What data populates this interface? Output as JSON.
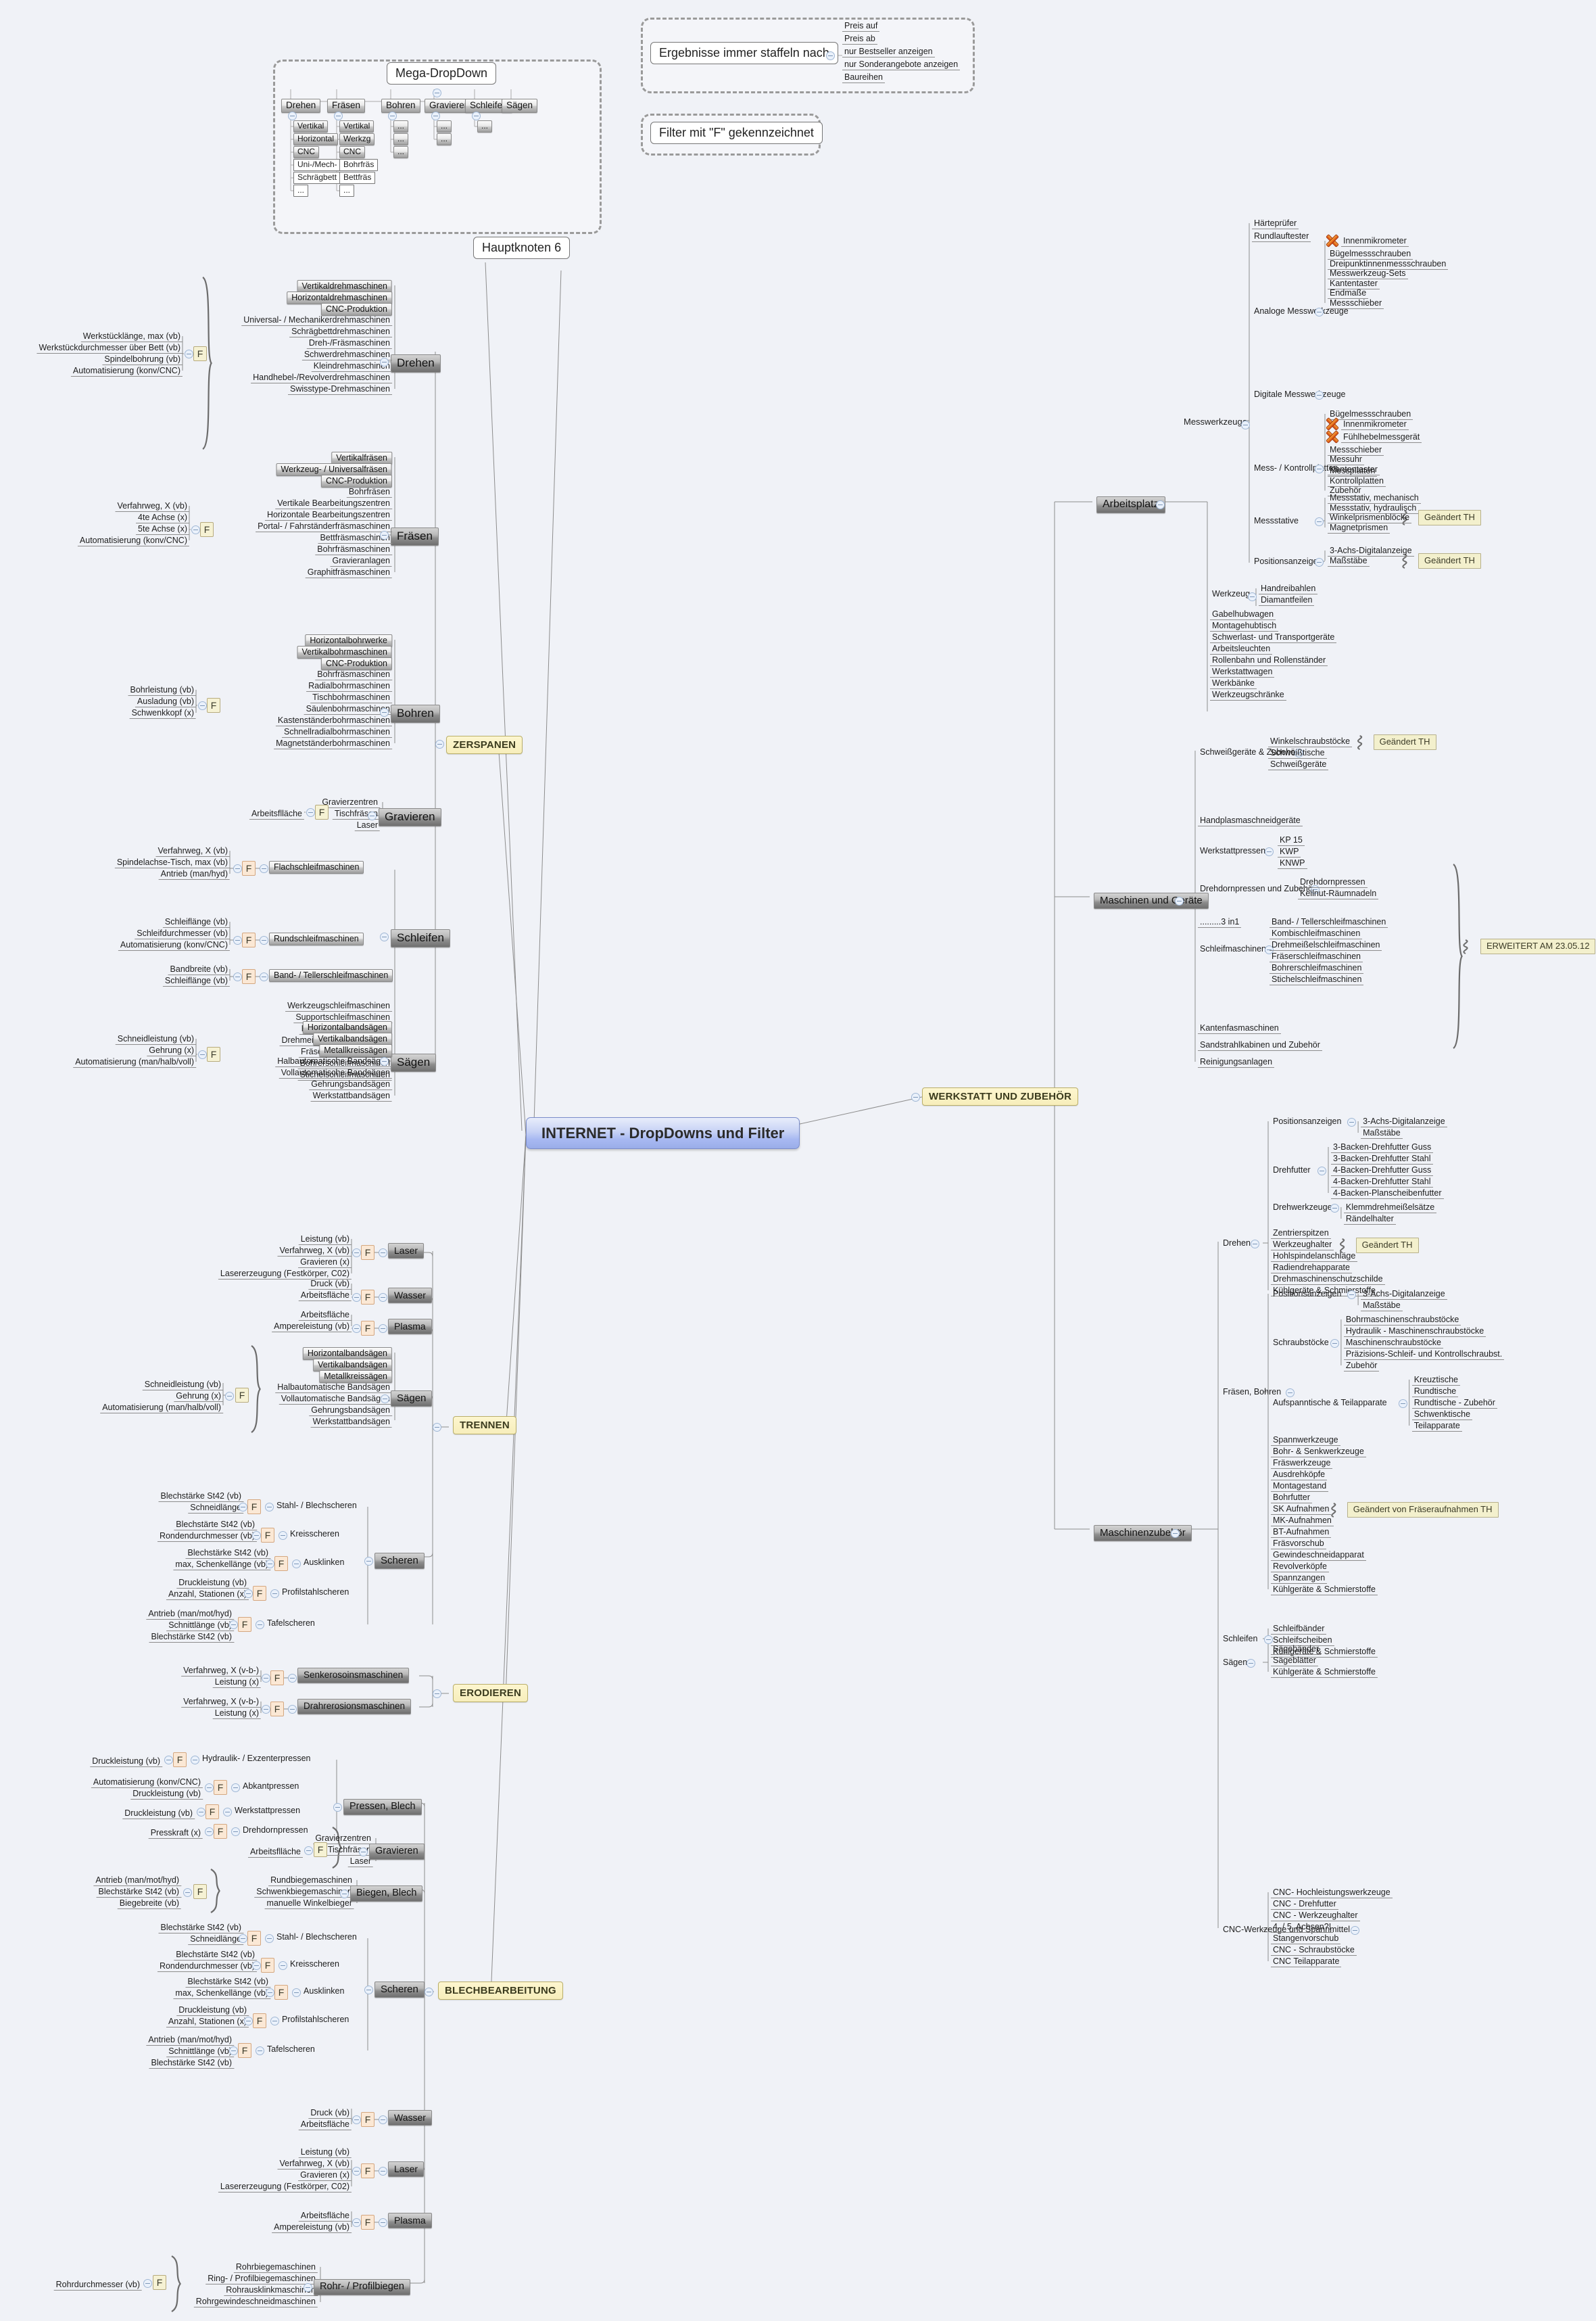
{
  "root": {
    "title": "INTERNET - DropDowns und Filter"
  },
  "panels": {
    "mega": {
      "title": "Mega-DropDown",
      "columns": [
        {
          "label": "Drehen",
          "items": [
            "Vertikal",
            "Horizontal",
            "CNC",
            "Uni-/Mech-",
            "Schrägbett",
            "..."
          ]
        },
        {
          "label": "Fräsen",
          "items": [
            "Vertikal",
            "Werkzg",
            "CNC",
            "Bohrfräs",
            "Bettfräs",
            "..."
          ]
        },
        {
          "label": "Bohren",
          "items": [
            "...",
            "...",
            "..."
          ]
        },
        {
          "label": "Gravieren",
          "items": [
            "...",
            "..."
          ]
        },
        {
          "label": "Schleifen",
          "items": [
            "..."
          ]
        },
        {
          "label": "Sägen",
          "items": []
        }
      ]
    },
    "staffeln": {
      "title": "Ergebnisse immer staffeln nach",
      "items": [
        "Preis auf",
        "Preis ab",
        "nur Bestseller anzeigen",
        "nur Sonderangebote anzeigen",
        "Baureihen"
      ]
    },
    "filterinfo": {
      "title": "Filter mit \"F\" gekennzeichnet"
    },
    "hauptknoten": {
      "title": "Hauptknoten 6"
    }
  },
  "branches": {
    "zerspanen": {
      "label": "ZERSPANEN",
      "groups": [
        {
          "label": "Drehen",
          "filters": [
            "Werkstücklänge, max (vb)",
            "Werkstückdurchmesser über Bett (vb)",
            "Spindelbohrung (vb)",
            "Automatisierung (konv/CNC)"
          ],
          "items": [
            "Vertikaldrehmaschinen",
            "Horizontaldrehmaschinen",
            "CNC-Produktion",
            "Universal- / Mechanikerdrehmaschinen",
            "Schrägbettdrehmaschinen",
            "Dreh-/Fräsmaschinen",
            "Schwerdrehmaschinen",
            "Kleindrehmaschinen",
            "Handhebel-/Revolverdrehmaschinen",
            "Swisstype-Drehmaschinen"
          ]
        },
        {
          "label": "Fräsen",
          "filters": [
            "Verfahrweg, X (vb)",
            "4te Achse (x)",
            "5te Achse (x)",
            "Automatisierung (konv/CNC)"
          ],
          "items": [
            "Vertikalfräsen",
            "Werkzeug- / Universalfräsen",
            "CNC-Produktion",
            "Bohrfräsen",
            "Vertikale Bearbeitungszentren",
            "Horizontale Bearbeitungszentren",
            "Portal- / Fahrständerfräsmaschinen",
            "Bettfräsmaschinen",
            "Bohrfräsmaschinen",
            "Gravieranlagen",
            "Graphitfräsmaschinen"
          ]
        },
        {
          "label": "Bohren",
          "filters": [
            "Bohrleistung (vb)",
            "Ausladung (vb)",
            "Schwenkkopf (x)"
          ],
          "items": [
            "Horizontalbohrwerke",
            "Vertikalbohrmaschinen",
            "CNC-Produktion",
            "Bohrfräsmaschinen",
            "Radialbohrmaschinen",
            "Tischbohrmaschinen",
            "Säulenbohrmaschinen",
            "Kastenständerbohrmaschinen",
            "Schnellradialbohrmaschinen",
            "Magnetständerbohrmaschinen"
          ]
        },
        {
          "label": "Gravieren",
          "filters": [
            "Arbeitsflläche"
          ],
          "items": [
            "Gravierzentren",
            "Tischfräsen",
            "Laser"
          ]
        },
        {
          "label": "Schleifen",
          "subfilters": [
            {
              "filters": [
                "Verfahrweg, X (vb)",
                "Spindelachse-Tisch, max (vb)",
                "Antrieb (man/hyd)"
              ],
              "item": "Flachschleifmaschinen"
            },
            {
              "filters": [
                "Schleiflänge (vb)",
                "Schleifdurchmesser (vb)",
                "Automatisierung (konv/CNC)"
              ],
              "item": "Rundschleifmaschinen"
            },
            {
              "filters": [
                "Bandbreite (vb)",
                "Schleiflänge (vb)"
              ],
              "item": "Band- / Tellerschleifmaschinen"
            }
          ],
          "items": [
            "Werkzeugschleifmaschinen",
            "Supportschleifmaschinen",
            "Kombischleifmaschinen",
            "Drehmeißelschleifmaschinen",
            "Fräserschleifmaschinen",
            "Bohrerschleifmaschinen",
            "Stichelschleifmaschinen"
          ]
        },
        {
          "label": "Sägen",
          "filters": [
            "Schneidleistung (vb)",
            "Gehrung (x)",
            "Automatisierung (man/halb/voll)"
          ],
          "items": [
            "Horizontalbandsägen",
            "Vertikalbandsägen",
            "Metallkreissägen",
            "Halbautomatische Bandsägen",
            "Vollautomatische Bandsägen",
            "Gehrungsbandsägen",
            "Werkstattbandsägen"
          ]
        }
      ]
    },
    "trennen": {
      "label": "TRENNEN",
      "groups": [
        {
          "label": "Laser",
          "filters": [
            "Leistung (vb)",
            "Verfahrweg, X (vb)",
            "Gravieren (x)",
            "Lasererzeugung (Festkörper, C02)"
          ],
          "items": []
        },
        {
          "label": "Wasser",
          "filters": [
            "Druck (vb)",
            "Arbeitsfläche"
          ],
          "items": []
        },
        {
          "label": "Plasma",
          "filters": [
            "Arbeitsfläche",
            "Ampereleistung (vb)"
          ],
          "items": []
        },
        {
          "label": "Sägen",
          "filters": [
            "Schneidleistung (vb)",
            "Gehrung (x)",
            "Automatisierung (man/halb/voll)"
          ],
          "items": [
            "Horizontalbandsägen",
            "Vertikalbandsägen",
            "Metallkreissägen",
            "Halbautomatische Bandsägen",
            "Vollautomatische Bandsägen",
            "Gehrungsbandsägen",
            "Werkstattbandsägen"
          ]
        },
        {
          "label": "Scheren",
          "subfilters": [
            {
              "filters": [
                "Blechstärke St42 (vb)",
                "Schneidlänge"
              ],
              "item": "Stahl- / Blechscheren"
            },
            {
              "filters": [
                "Blechstärte St42 (vb)",
                "Rondendurchmesser (vb)"
              ],
              "item": "Kreisscheren"
            },
            {
              "filters": [
                "Blechstärke St42 (vb)",
                "max, Schenkellänge (vb)"
              ],
              "item": "Ausklinken"
            },
            {
              "filters": [
                "Druckleistung (vb)",
                "Anzahl, Stationen (x)"
              ],
              "item": "Profilstahlscheren"
            },
            {
              "filters": [
                "Antrieb (man/mot/hyd)",
                "Schnittlänge (vb)",
                "Blechstärke St42 (vb)"
              ],
              "item": "Tafelscheren"
            }
          ],
          "items": []
        }
      ]
    },
    "erodieren": {
      "label": "ERODIEREN",
      "groups": [
        {
          "label": "Senkerosoinsmaschinen",
          "filters": [
            "Verfahrweg, X (v-b-)",
            "Leistung  (x)"
          ],
          "items": []
        },
        {
          "label": "Drahrerosionsmaschinen",
          "filters": [
            "Verfahrweg, X (v-b-)",
            "Leistung  (x)"
          ],
          "items": []
        }
      ]
    },
    "blech": {
      "label": "BLECHBEARBEITUNG",
      "groups": [
        {
          "label": "Pressen, Blech",
          "subfilters": [
            {
              "filters": [
                "Druckleistung (vb)"
              ],
              "item": "Hydraulik- / Exzenterpressen"
            },
            {
              "filters": [
                "Automatisierung (konv/CNC)",
                "Druckleistung (vb)"
              ],
              "item": "Abkantpressen"
            },
            {
              "filters": [
                "Druckleistung (vb)"
              ],
              "item": "Werkstattpressen"
            },
            {
              "filters": [
                "Presskraft (x)"
              ],
              "item": "Drehdornpressen"
            }
          ],
          "items": []
        },
        {
          "label": "Gravieren",
          "filters": [
            "Arbeitsflläche"
          ],
          "items": [
            "Gravierzentren",
            "Tischfräsen",
            "Laser"
          ]
        },
        {
          "label": "Biegen, Blech",
          "filters": [
            "Antrieb (man/mot/hyd)",
            "Blechstärke St42 (vb)",
            "Biegebreite (vb)"
          ],
          "items": [
            "Rundbiegemaschinen",
            "Schwenkbiegemaschinen",
            "manuelle Winkelbieger"
          ]
        },
        {
          "label": "Scheren",
          "subfilters": [
            {
              "filters": [
                "Blechstärke St42 (vb)",
                "Schneidlänge"
              ],
              "item": "Stahl- / Blechscheren"
            },
            {
              "filters": [
                "Blechstärte St42 (vb)",
                "Rondendurchmesser (vb)"
              ],
              "item": "Kreisscheren"
            },
            {
              "filters": [
                "Blechstärke St42 (vb)",
                "max, Schenkellänge (vb)"
              ],
              "item": "Ausklinken"
            },
            {
              "filters": [
                "Druckleistung (vb)",
                "Anzahl, Stationen (x)"
              ],
              "item": "Profilstahlscheren"
            },
            {
              "filters": [
                "Antrieb (man/mot/hyd)",
                "Schnittlänge (vb)",
                "Blechstärke St42 (vb)"
              ],
              "item": "Tafelscheren"
            }
          ],
          "items": []
        },
        {
          "label": "Wasser",
          "filters": [
            "Druck (vb)",
            "Arbeitsfläche"
          ],
          "items": []
        },
        {
          "label": "Laser",
          "filters": [
            "Leistung (vb)",
            "Verfahrweg, X (vb)",
            "Gravieren (x)",
            "Lasererzeugung (Festkörper, C02)"
          ],
          "items": []
        },
        {
          "label": "Plasma",
          "filters": [
            "Arbeitsfläche",
            "Ampereleistung (vb)"
          ],
          "items": []
        },
        {
          "label": "Rohr- / Profilbiegen",
          "filters": [
            "Rohrdurchmesser (vb)"
          ],
          "items": [
            "Rohrbiegemaschinen",
            "Ring- / Profilbiegemaschinen",
            "Rohrausklinkmaschinen",
            "Rohrgewindeschneidmaschinen"
          ]
        }
      ]
    },
    "werkstatt": {
      "label": "WERKSTATT UND ZUBEHÖR",
      "arbeitsplatz": {
        "label": "Arbeitsplatz",
        "messwerkzeuge": {
          "label": "Messwerkzeuge",
          "toplevel": [
            "Härteprüfer",
            "Rundlauftester"
          ],
          "groups": [
            {
              "label": "Analoge Messwerkzeuge",
              "items": [
                "Innenmikrometer",
                "Bügelmessschrauben",
                "Dreipunktinnenmessschrauben",
                "Messwerkzeug-Sets",
                "Kantentaster",
                "Endmaße",
                "Messschieber"
              ],
              "flagged": [
                0
              ]
            },
            {
              "label": "Digitale Messwerkzeuge",
              "items": [
                "Bügelmessschrauben",
                "Innenmikrometer",
                "Fühlhebelmessgerät",
                "Messschieber",
                "Messuhr",
                "Kantentaster"
              ],
              "flagged": [
                1,
                2
              ]
            },
            {
              "label": "Mess- / Kontrollplatten",
              "items": [
                "Messplatten",
                "Kontrollplatten",
                "Zubehör"
              ],
              "flagged": []
            },
            {
              "label": "Messstative",
              "items": [
                "Messstativ, mechanisch",
                "Messstativ, hydraulisch",
                "Winkelprismenblöcke",
                "Magnetprismen"
              ],
              "flagged": [],
              "note": "Geändert TH",
              "note_on": 3
            },
            {
              "label": "Positionsanzeigen",
              "items": [
                "3-Achs-Digitalanzeige",
                "Maßstäbe"
              ],
              "flagged": [],
              "note": "Geändert TH",
              "note_on": -1
            }
          ]
        },
        "werkzeug": {
          "label": "Werkzeug",
          "items": [
            "Handreibahlen",
            "Diamantfeilen"
          ]
        },
        "plain": [
          "Gabelhubwagen",
          "Montagehubtisch",
          "Schwerlast- und Transportgeräte",
          "Arbeitsleuchten",
          "Rollenbahn und Rollenständer",
          "Werkstattwagen",
          "Werkbänke",
          "Werkzeugschränke"
        ]
      },
      "maschinen": {
        "label": "Maschinen und Geräte",
        "note": "ERWEITERT AM 23.05.12",
        "groups": [
          {
            "label": "Schweißgeräte & Zubehör",
            "items": [
              "Winkelschraubstöcke",
              "Schweißtische",
              "Schweißgeräte"
            ],
            "note": "Geändert TH",
            "note_on": 0
          },
          {
            "label": "Handplasmaschneidgeräte",
            "items": []
          },
          {
            "label": "Werkstattpressen",
            "items": [
              "KP 15",
              "KWP",
              "KNWP"
            ]
          },
          {
            "label": "Drehdornpressen und Zubehör",
            "items": [
              "Drehdornpressen",
              "Keilnut-Räumnadeln"
            ]
          },
          {
            "label": ".........3 in1",
            "items": []
          },
          {
            "label": "Schleifmaschinen",
            "items": [
              "Band- / Tellerschleifmaschinen",
              "Kombischleifmaschinen",
              "Drehmeißelschleifmaschinen",
              "Fräserschleifmaschinen",
              "Bohrerschleifmaschinen",
              "Stichelschleifmaschinen"
            ]
          },
          {
            "label": "Kantenfasmaschinen",
            "items": []
          },
          {
            "label": "Sandstrahlkabinen und Zubehör",
            "items": []
          },
          {
            "label": "Reinigungsanlagen",
            "items": []
          }
        ]
      },
      "zubehoer": {
        "label": "Maschinenzubehör",
        "groups": [
          {
            "label": "Drehen",
            "sub": [
              {
                "label": "Positionsanzeigen",
                "items": [
                  "3-Achs-Digitalanzeige",
                  "Maßstäbe"
                ]
              },
              {
                "label": "Drehfutter",
                "items": [
                  "3-Backen-Drehfutter Guss",
                  "3-Backen-Drehfutter Stahl",
                  "4-Backen-Drehfutter Guss",
                  "4-Backen-Drehfutter Stahl",
                  "4-Backen-Planscheibenfutter"
                ]
              },
              {
                "label": "Drehwerkzeuge",
                "items": [
                  "Klemmdrehmeißelsätze",
                  "Rändelhalter"
                ]
              }
            ],
            "plain": [
              "Zentrierspitzen",
              "Werkzeughalter",
              "Hohlspindelanschläge",
              "Radiendrehapparate",
              "Drehmaschinenschutzschilde",
              "Kühlgeräte & Schmierstoffe"
            ],
            "note": "Geändert TH",
            "note_on": 1
          },
          {
            "label": "Fräsen, Bohren",
            "sub": [
              {
                "label": "Positionsanzeigen",
                "items": [
                  "3-Achs-Digitalanzeige",
                  "Maßstäbe"
                ]
              },
              {
                "label": "Schraubstöcke",
                "items": [
                  "Bohrmaschinenschraubstöcke",
                  "Hydraulik - Maschinenschraubstöcke",
                  "Maschinenschraubstöcke",
                  "Präzisions-Schleif- und Kontrollschraubst.",
                  "Zubehör"
                ]
              },
              {
                "label": "Aufspanntische & Teilapparate",
                "items": [
                  "Kreuztische",
                  "Rundtische",
                  "Rundtische - Zubehör",
                  "Schwenktische",
                  "Teilapparate"
                ]
              }
            ],
            "plain": [
              "Spannwerkzeuge",
              "Bohr- & Senkwerkzeuge",
              "Fräswerkzeuge",
              "Ausdrehköpfe",
              "Montagestand",
              "Bohrfutter",
              "SK Aufnahmen",
              "MK-Aufnahmen",
              "BT-Aufnahmen",
              "Fräsvorschub",
              "Gewindeschneidapparat",
              "Revolverköpfe",
              "Spannzangen",
              "Kühlgeräte & Schmierstoffe"
            ],
            "note": "Geändert von Fräseraufnahmen TH",
            "note_on": 6
          },
          {
            "label": "Schleifen",
            "sub": [],
            "plain": [
              "Schleifbänder",
              "Schleifscheiben",
              "Kühlgeräte & Schmierstoffe"
            ]
          },
          {
            "label": "Sägen",
            "sub": [],
            "plain": [
              "Sägebänder",
              "Sägeblätter",
              "Kühlgeräte & Schmierstoffe"
            ]
          },
          {
            "label": "CNC-Werkzeuge und Spannmittel",
            "sub": [],
            "plain": [
              "CNC- Hochleistungswerkzeuge",
              "CNC - Drehfutter",
              "CNC - Werkzeughalter",
              "4. / 5. Achsen?!",
              "Stangenvorschub",
              "CNC - Schraubstöcke",
              "CNC Teilapparate"
            ]
          }
        ]
      }
    }
  },
  "colors": {
    "background": "#f0f2f7",
    "root_accent": "#a8b9f2",
    "branch_label": "#f7eebb",
    "note": "#f3f0cd",
    "flag_icon": "#e0600f"
  }
}
